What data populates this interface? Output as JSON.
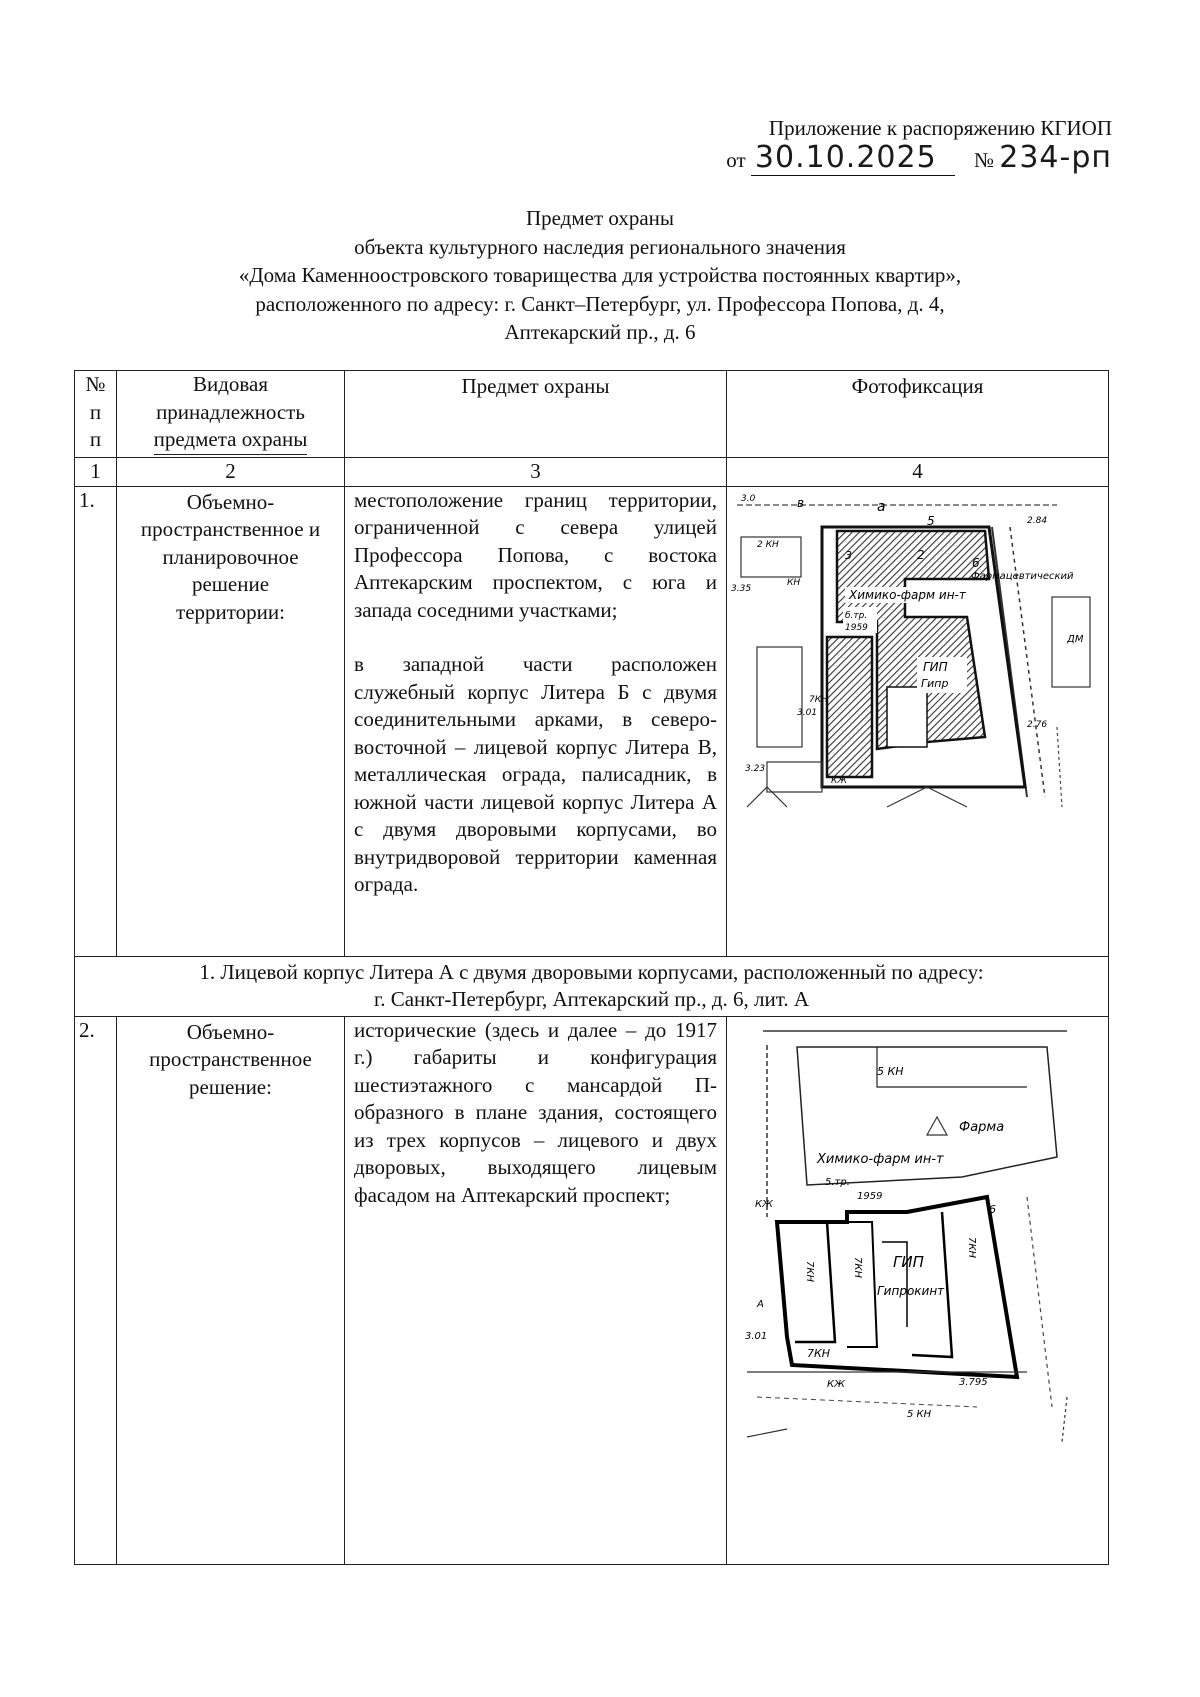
{
  "annex": {
    "line1": "Приложение к распоряжению КГИОП",
    "prefix_from": "от",
    "date": "30.10.2025",
    "number_sign": "№",
    "number": "234-рп"
  },
  "title": {
    "line1": "Предмет охраны",
    "line2": "объекта культурного наследия регионального значения",
    "line3": "«Дома Каменноостровского товарищества для устройства постоянных квартир»,",
    "line4": "расположенного по адресу: г. Санкт–Петербург, ул. Профессора Попова, д. 4,",
    "line5": "Аптекарский пр., д. 6"
  },
  "table": {
    "header": {
      "num": [
        "№",
        "п",
        "п"
      ],
      "kind": [
        "Видовая",
        "принадлежность",
        "предмета охраны"
      ],
      "subject": "Предмет охраны",
      "photo": "Фотофиксация"
    },
    "column_numbers": [
      "1",
      "2",
      "3",
      "4"
    ],
    "row1": {
      "num": "1.",
      "kind": [
        "Объемно-",
        "пространственное и",
        "планировочное",
        "решение",
        "территории:"
      ],
      "subject_p1": "местоположение границ территории, ограниченной с севера улицей Профессора Попова, с востока Аптекарским проспектом, с юга и запада соседними участками;",
      "subject_p2": "в западной части расположен служебный корпус Литера Б с двумя соединительными арками, в северо-восточной – лицевой корпус Литера В, металлическая ограда, палисадник, в южной части лицевой корпус Литера А с двумя дворовыми корпусами, во внутридворовой территории каменная ограда."
    },
    "section1": {
      "line1": "1. Лицевой корпус Литера А с двумя дворовыми корпусами, расположенный по адресу:",
      "line2": "г. Санкт-Петербург, Аптекарский пр., д. 6, лит. А"
    },
    "row2": {
      "num": "2.",
      "kind": [
        "Объемно-",
        "пространственное",
        "решение:"
      ],
      "subject": "исторические (здесь и далее – до 1917 г.) габариты и конфигурация шестиэтажного с мансардой П-образного в плане здания, состоящего из трех корпусов – лицевого и двух дворовых, выходящего лицевым фасадом на Аптекарский проспект;"
    }
  },
  "map1_labels": {
    "top_a": "а",
    "top_v": "в",
    "kn2": "2 КН",
    "corp3": "3",
    "corp2": "2",
    "corp6": "6",
    "corp5": "5",
    "kn": "КН",
    "him": "Химико-фарм ин-т",
    "b_tr": "б.тр.",
    "year": "1959",
    "gip": "ГИП",
    "gipr": "Гипр",
    "farm": "Фармацевтический",
    "kn7": "7КН",
    "kzh": "КЖ",
    "dm": "ДМ",
    "h1": "3.35",
    "h2": "3.01",
    "h3": "3.23",
    "h4": "2.76",
    "h5": "2.84",
    "h6": "3.0"
  },
  "map2_labels": {
    "kn5": "5 КН",
    "farma": "Фарма",
    "him": "Химико-фарм ин-т",
    "b_tr": "5.тр.",
    "year": "1959",
    "gip": "ГИП",
    "gipr": "Гипрокинт",
    "kn7a": "7КН",
    "kn7b": "7КН",
    "kn7c": "7КН",
    "kn7d": "7КН",
    "kzh": "КЖ",
    "kzh2": "КЖ",
    "kn5b": "5 КН",
    "num6": "6",
    "lit": "А",
    "h1": "3.01",
    "h2": "3.795"
  }
}
